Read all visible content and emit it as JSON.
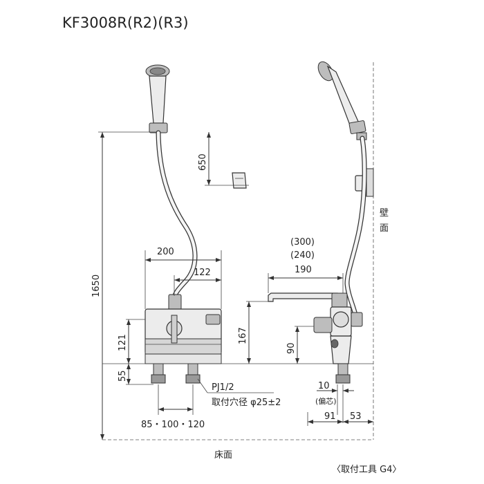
{
  "title": "KF3008R(R2)(R3)",
  "dimensions": {
    "height_total": "1650",
    "hook_height": "650",
    "width_200": "200",
    "width_122": "122",
    "height_121": "121",
    "height_55": "55",
    "height_167": "167",
    "height_90": "90",
    "spout_300": "(300)",
    "spout_240": "(240)",
    "spout_190": "190",
    "offset_10": "10",
    "offset_note": "(偏芯)",
    "depth_91": "91",
    "depth_53": "53",
    "pitch": "85・100・120"
  },
  "labels": {
    "pipe": "PJ1/2",
    "hole": "取付穴径 φ25±2",
    "wall_1": "壁",
    "wall_2": "面",
    "floor": "床面",
    "tool": "〈取付工具 G4〉"
  }
}
